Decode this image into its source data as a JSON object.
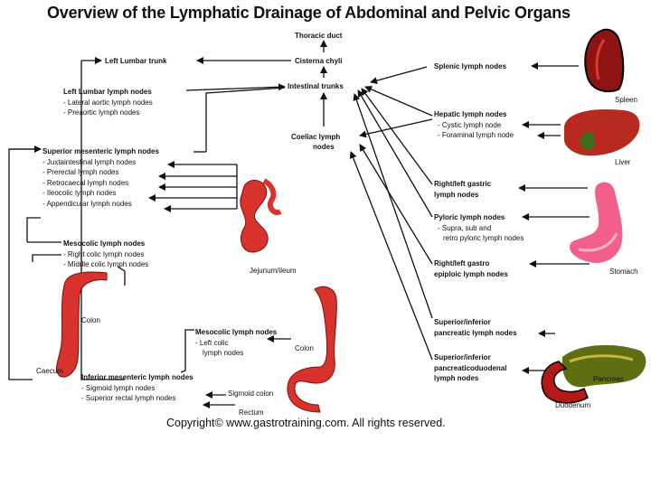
{
  "title": "Overview of the Lymphatic Drainage of Abdominal and Pelvic Organs",
  "center": {
    "thoracic_duct": "Thoracic duct",
    "cisterna_chyli": "Cisterna chyli",
    "intestinal_trunks": "Intestinal trunks",
    "coeliac_l1": "Coeliac lymph",
    "coeliac_l2": "nodes"
  },
  "left": {
    "left_lumbar_trunk": "Left Lumbar trunk",
    "left_lumbar_nodes": {
      "title": "Left Lumbar lymph nodes",
      "items": [
        "- Lateral aortic lymph nodes",
        "- Preaortic lymph nodes"
      ]
    },
    "superior_mesenteric": {
      "title": "Superior mesenteric lymph nodes",
      "items": [
        "- Juxtaintestinal lymph nodes",
        "- Prerectal lymph nodes",
        "- Retrocaecal lymph nodes",
        "- Ileocolic lymph nodes",
        "- Appendicular lymph nodes"
      ]
    },
    "mesocolic_1": {
      "title": "Mesocolic lymph nodes",
      "items": [
        "- Right colic lymph nodes",
        "- Middle colic lymph nodes"
      ]
    },
    "mesocolic_2": {
      "title": "Mesocolic lymph nodes",
      "items": [
        "- Left colic",
        "lymph nodes"
      ]
    },
    "inferior_mesenteric": {
      "title": "Inferior mesenteric lymph nodes",
      "items": [
        "- Sigmoid lymph nodes",
        "- Superior rectal lymph nodes"
      ]
    }
  },
  "right": {
    "splenic": "Splenic lymph nodes",
    "hepatic": {
      "title": "Hepatic lymph nodes",
      "items": [
        "- Cystic lymph node",
        "- Foraminal lymph node"
      ]
    },
    "gastric_l1": "Right/left gastric",
    "gastric_l2": "lymph nodes",
    "pyloric": {
      "title": "Pyloric lymph nodes",
      "items": [
        "- Supra, sub and",
        "retro pyloric lymph nodes"
      ]
    },
    "gastroepiploic_l1": "Right/left gastro",
    "gastroepiploic_l2": "epiploic lymph nodes",
    "pancreatic_l1": "Superior/inferior",
    "pancreatic_l2": "pancreatic lymph nodes",
    "pancduod_l1": "Superior/inferior",
    "pancduod_l2": "pancreaticoduodenal",
    "pancduod_l3": "lymph nodes"
  },
  "organs": {
    "spleen": "Spleen",
    "liver": "Liver",
    "stomach": "Stomach",
    "pancreas": "Pancreas",
    "duodenum": "Duodenum",
    "jejunum": "Jejunum/ileum",
    "colon1": "Colon",
    "colon2": "Colon",
    "caecum": "Caecum",
    "sigmoid": "Sigmoid colon",
    "rectum": "Rectum"
  },
  "copyright": "Copyright© www.gastrotraining.com. All rights reserved.",
  "colors": {
    "organ_red": "#d8322c",
    "spleen_dark": "#8e1414",
    "liver": "#b82a1f",
    "stomach_pink": "#f0608a",
    "pancreas_green": "#5f6e12",
    "duodenum_red": "#b51818",
    "line": "#111111"
  }
}
